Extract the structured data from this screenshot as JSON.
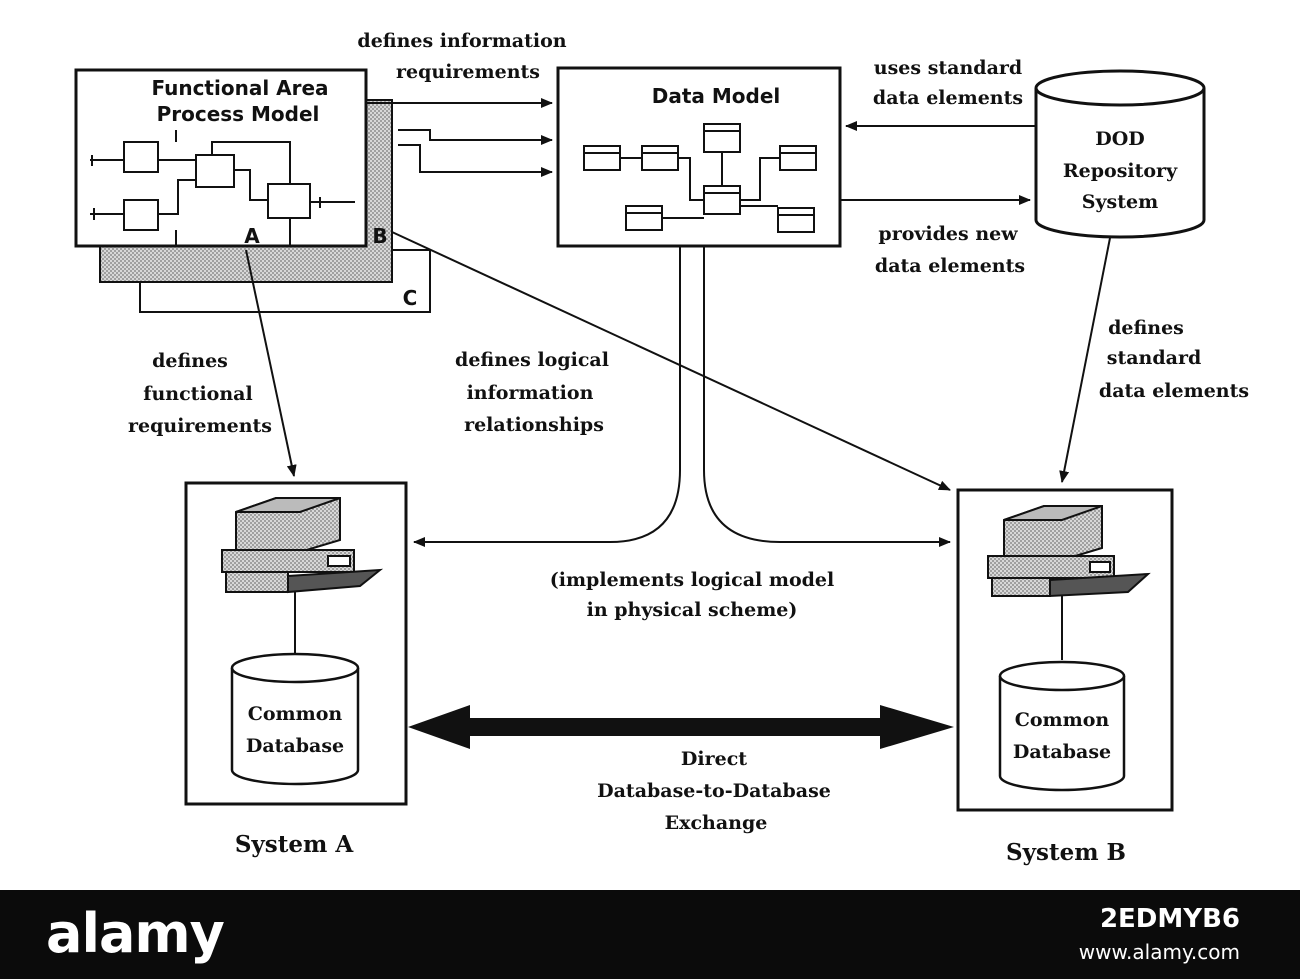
{
  "functional_area": {
    "title_line1": "Functional Area",
    "title_line2": "Process Model",
    "label_a": "A",
    "label_b": "B",
    "label_c": "C"
  },
  "data_model": {
    "title": "Data Model"
  },
  "repository": {
    "line1": "DOD",
    "line2": "Repository",
    "line3": "System"
  },
  "system_a": {
    "label": "System A",
    "db_line1": "Common",
    "db_line2": "Database"
  },
  "system_b": {
    "label": "System B",
    "db_line1": "Common",
    "db_line2": "Database"
  },
  "annotations": {
    "defines_info_1": "defines information",
    "defines_info_2": "requirements",
    "uses_std_1": "uses standard",
    "uses_std_2": "data elements",
    "provides_1": "provides new",
    "provides_2": "data elements",
    "defines_std_1": "defines",
    "defines_std_2": "standard",
    "defines_std_3": "data elements",
    "defines_func_1": "defines",
    "defines_func_2": "functional",
    "defines_func_3": "requirements",
    "defines_logical_1": "defines logical",
    "defines_logical_2": "information",
    "defines_logical_3": "relationships",
    "implements_1": "(implements logical model",
    "implements_2": "in physical scheme)",
    "exchange_1": "Direct",
    "exchange_2": "Database-to-Database",
    "exchange_3": "Exchange"
  },
  "footer": {
    "logo": "alamy",
    "image_code": "2EDMYB6",
    "url": "www.alamy.com"
  }
}
